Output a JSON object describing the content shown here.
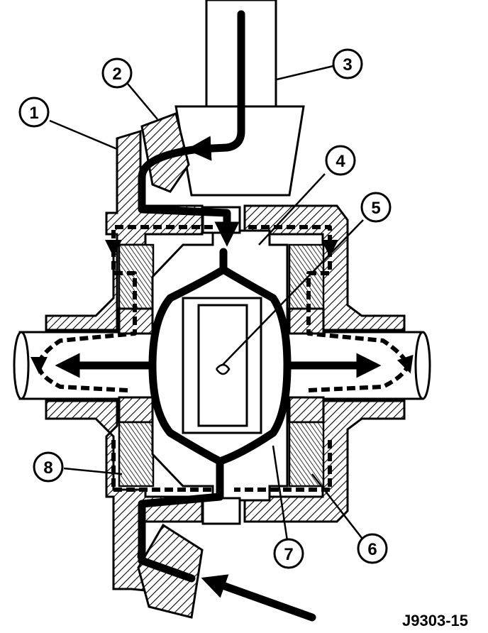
{
  "figure_id": "J9303-15",
  "callouts": [
    {
      "label": "1"
    },
    {
      "label": "2"
    },
    {
      "label": "3"
    },
    {
      "label": "4"
    },
    {
      "label": "5"
    },
    {
      "label": "6"
    },
    {
      "label": "7"
    },
    {
      "label": "8"
    }
  ],
  "colors": {
    "ink": "#000000",
    "paper": "#ffffff"
  }
}
